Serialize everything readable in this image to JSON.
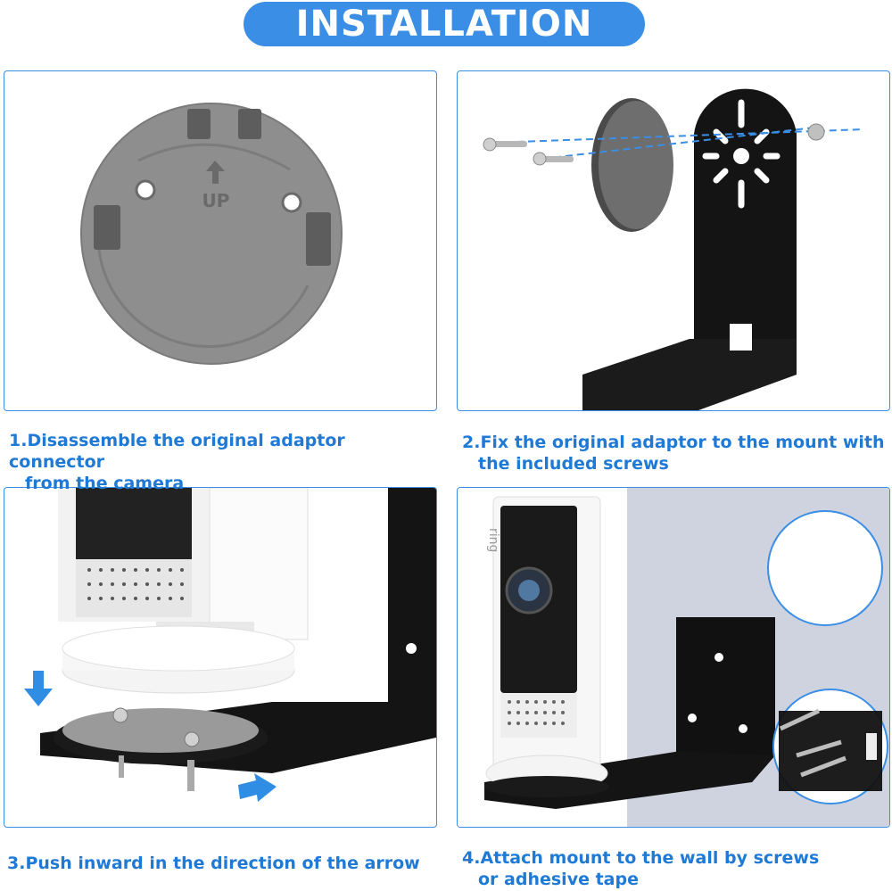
{
  "header": {
    "title": "INSTALLATION"
  },
  "steps": [
    {
      "line1": "1.Disassemble the original adaptor connector",
      "line2": "from the camera"
    },
    {
      "line1": "2.Fix the original adaptor to the mount with",
      "line2": "the included screws"
    },
    {
      "line1": "3.Push inward in the direction of the arrow",
      "line2": ""
    },
    {
      "line1": "4.Attach mount to the wall by screws",
      "line2": "or adhesive tape"
    }
  ],
  "labels": {
    "adaptor_up": "UP",
    "camera_brand": "ring"
  },
  "colors": {
    "accent": "#3a8ee6",
    "caption": "#1f7ad6",
    "adaptor_gray": "#8e8e8e",
    "mount_black": "#111111",
    "tape_red": "#c8282e"
  }
}
